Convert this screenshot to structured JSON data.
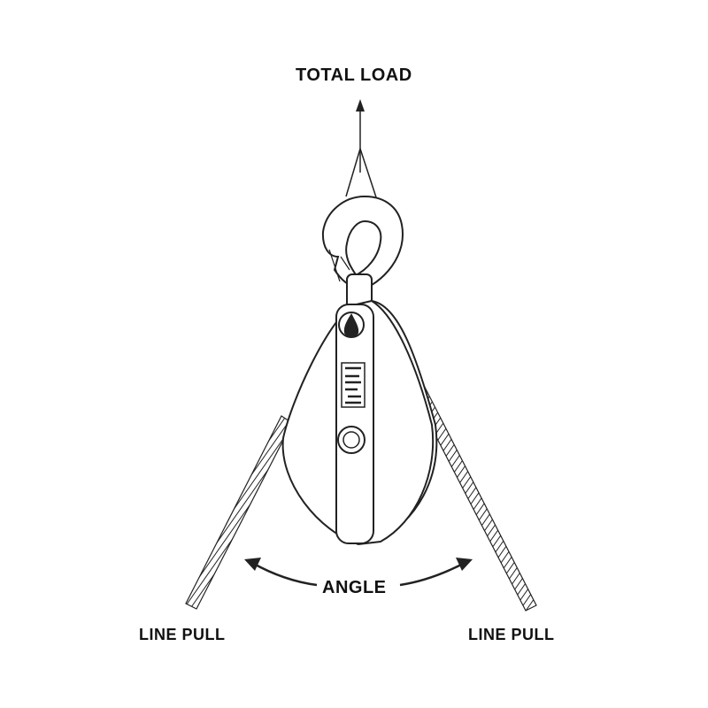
{
  "labels": {
    "total_load": "TOTAL LOAD",
    "angle": "ANGLE",
    "line_pull_left": "LINE PULL",
    "line_pull_right": "LINE PULL"
  },
  "colors": {
    "ink": "#1a1a1a",
    "background": "#ffffff"
  }
}
